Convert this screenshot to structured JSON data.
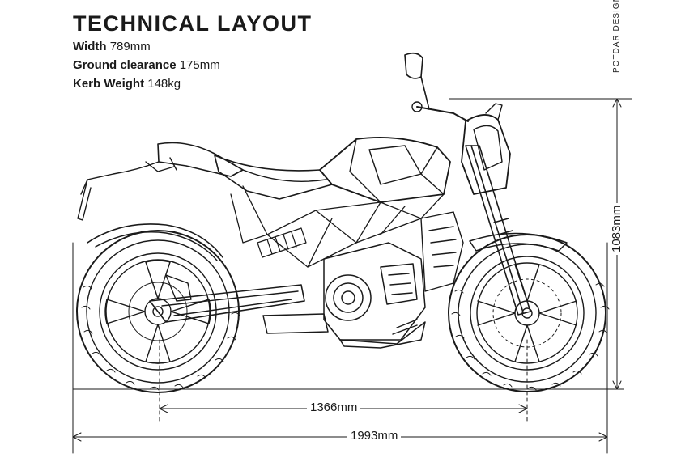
{
  "header": {
    "title": "TECHNICAL LAYOUT",
    "specs": [
      {
        "label": "Width",
        "value": "789mm"
      },
      {
        "label": "Ground clearance",
        "value": "175mm"
      },
      {
        "label": "Kerb Weight",
        "value": "148kg"
      }
    ]
  },
  "credit": "POTDAR DESIGN",
  "dimensions": {
    "wheelbase": "1366mm",
    "length": "1993mm",
    "height": "1083mm"
  },
  "colors": {
    "line": "#1a1a1a",
    "background": "#ffffff"
  }
}
